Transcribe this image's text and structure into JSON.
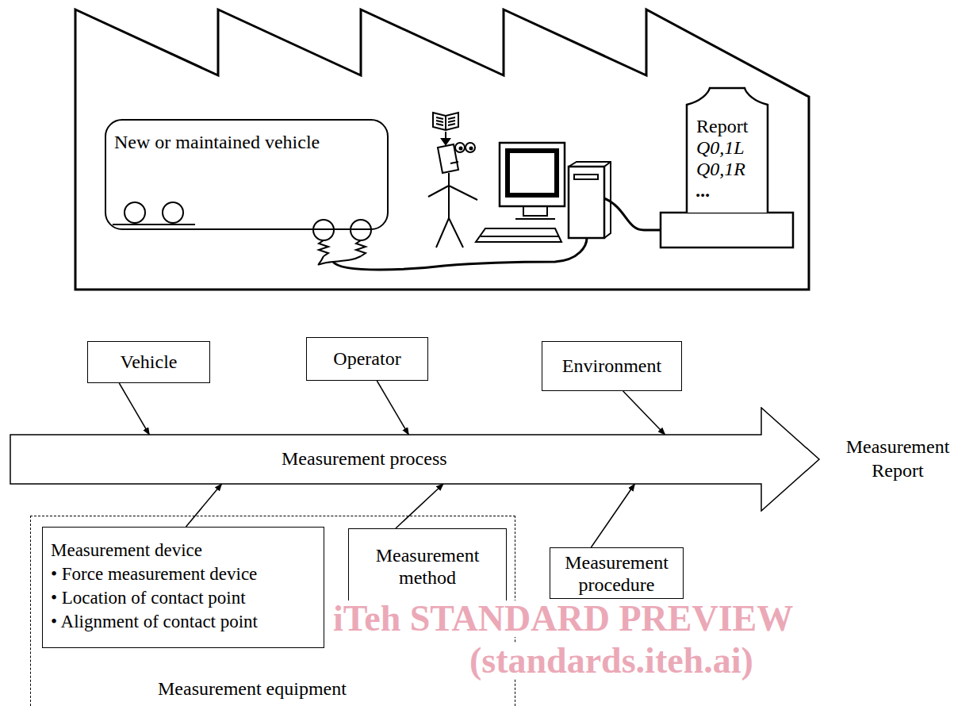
{
  "diagram": {
    "nodes": [
      {
        "text": [
          "New or maintained vehicle"
        ]
      },
      {
        "text": [
          "Report",
          "Q0,1L",
          "Q0,1R",
          "..."
        ]
      },
      {
        "text": [
          "Vehicle"
        ]
      },
      {
        "text": [
          "Operator"
        ]
      },
      {
        "text": [
          "Environment"
        ]
      },
      {
        "text": [
          "Measurement process"
        ]
      },
      {
        "text": [
          "Measurement equipment"
        ]
      },
      {
        "text": [
          "Measurement device",
          "• Force measurement device",
          "• Location of contact point",
          "• Alignment of contact point"
        ],
        "in": 6
      },
      {
        "text": [
          "Measurement method"
        ],
        "in": 6
      },
      {
        "text": [
          "Measurement procedure"
        ]
      }
    ],
    "edges": [
      {
        "from": 2,
        "to": 5,
        "arrow": "to"
      },
      {
        "from": 3,
        "to": 5,
        "arrow": "to"
      },
      {
        "from": 4,
        "to": 5,
        "arrow": "to"
      },
      {
        "from": 7,
        "to": 5,
        "arrow": "to"
      },
      {
        "from": 8,
        "to": 5,
        "arrow": "to"
      },
      {
        "from": 9,
        "to": 5,
        "arrow": "to"
      }
    ],
    "labels": [
      "Measurement Report",
      "iTeh STANDARD PREVIEW",
      "(standards.iteh.ai)"
    ]
  }
}
